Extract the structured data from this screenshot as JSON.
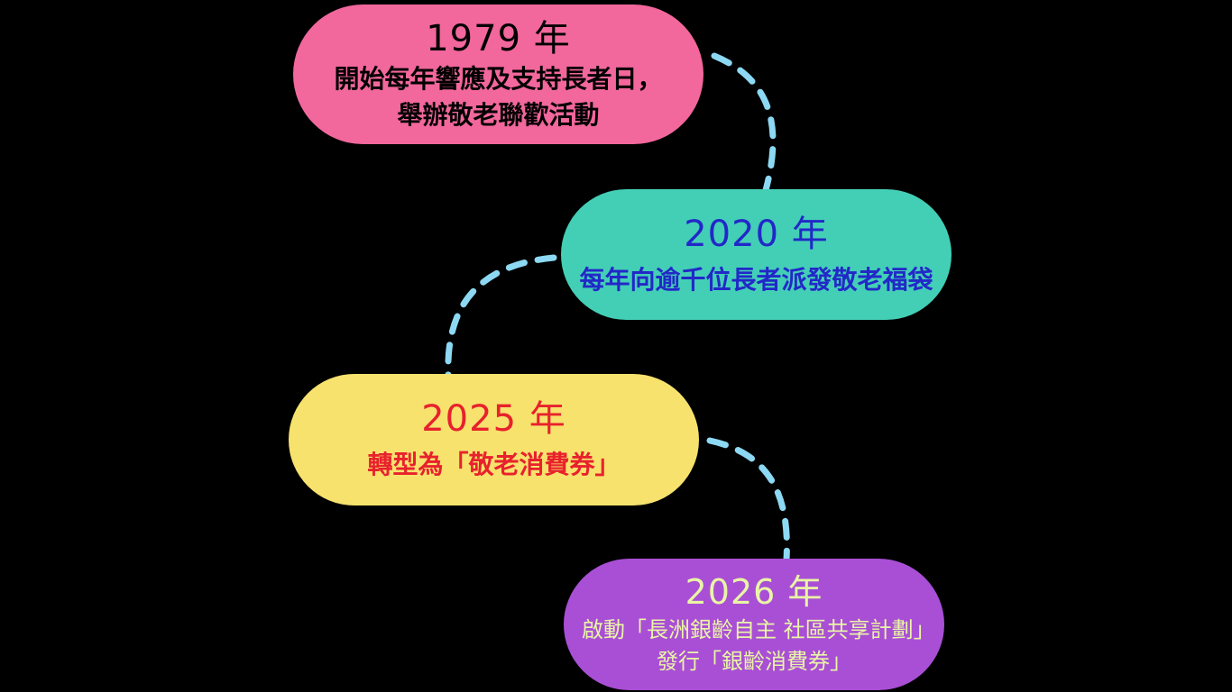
{
  "canvas": {
    "background_color": "#000000"
  },
  "timeline": {
    "connector_color": "#8DD8F3",
    "connector_style": "dashed",
    "items": [
      {
        "year": "1979 年",
        "lines": [
          "開始每年響應及支持長者日，",
          "舉辦敬老聯歡活動"
        ],
        "bubble_color": "#F2679C",
        "text_color": "#000000"
      },
      {
        "year": "2020 年",
        "lines": [
          "每年向逾千位長者派發敬老福袋"
        ],
        "bubble_color": "#43CFB6",
        "text_color": "#2228C8"
      },
      {
        "year": "2025 年",
        "lines": [
          "轉型為「敬老消費券」"
        ],
        "bubble_color": "#F6E26D",
        "text_color": "#E8212D"
      },
      {
        "year": "2026 年",
        "lines": [
          "啟動「長洲銀齡自主  社區共享計劃」",
          "發行「銀齡消費券」"
        ],
        "bubble_color": "#A94FD6",
        "text_color": "#E9F5A6"
      }
    ]
  }
}
